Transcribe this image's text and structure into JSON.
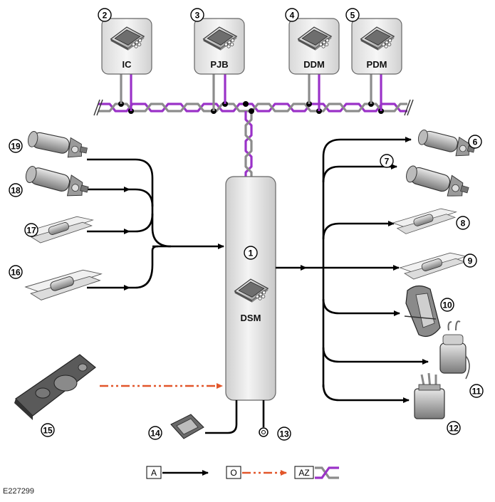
{
  "modules": {
    "ic": {
      "number": "2",
      "label": "IC"
    },
    "pjb": {
      "number": "3",
      "label": "PJB"
    },
    "ddm": {
      "number": "4",
      "label": "DDM"
    },
    "pdm": {
      "number": "5",
      "label": "PDM"
    },
    "dsm": {
      "number": "1",
      "label": "DSM"
    }
  },
  "components": {
    "c6": "6",
    "c7": "7",
    "c8": "8",
    "c9": "9",
    "c10": "10",
    "c11": "11",
    "c12": "12",
    "c13": "13",
    "c14": "14",
    "c15": "15",
    "c16": "16",
    "c17": "17",
    "c18": "18",
    "c19": "19"
  },
  "legend": {
    "hardwired_key": "A",
    "lin_key": "O",
    "can_key": "AZ"
  },
  "figure_id": "E227299",
  "colors": {
    "bus_purple": "#9a32c8",
    "bus_gray": "#8c8c8c",
    "lin_orange": "#e2562a",
    "wire_black": "#000000"
  }
}
